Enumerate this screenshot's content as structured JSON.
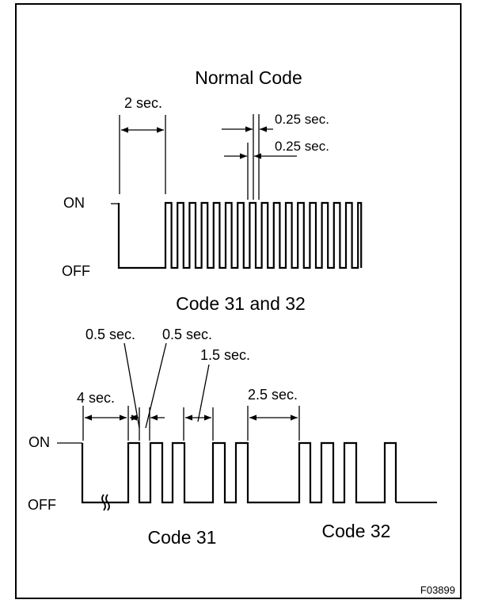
{
  "normal": {
    "title": "Normal Code",
    "on_label": "ON",
    "off_label": "OFF",
    "dim_2sec": "2 sec.",
    "dim_025a": "0.25 sec.",
    "dim_025b": "0.25 sec."
  },
  "codes": {
    "title": "Code 31 and 32",
    "on_label": "ON",
    "off_label": "OFF",
    "dim_4sec": "4 sec.",
    "dim_05a": "0.5 sec.",
    "dim_05b": "0.5 sec.",
    "dim_15": "1.5 sec.",
    "dim_25": "2.5 sec.",
    "code31": "Code 31",
    "code32": "Code 32"
  },
  "figure_id": "F03899"
}
